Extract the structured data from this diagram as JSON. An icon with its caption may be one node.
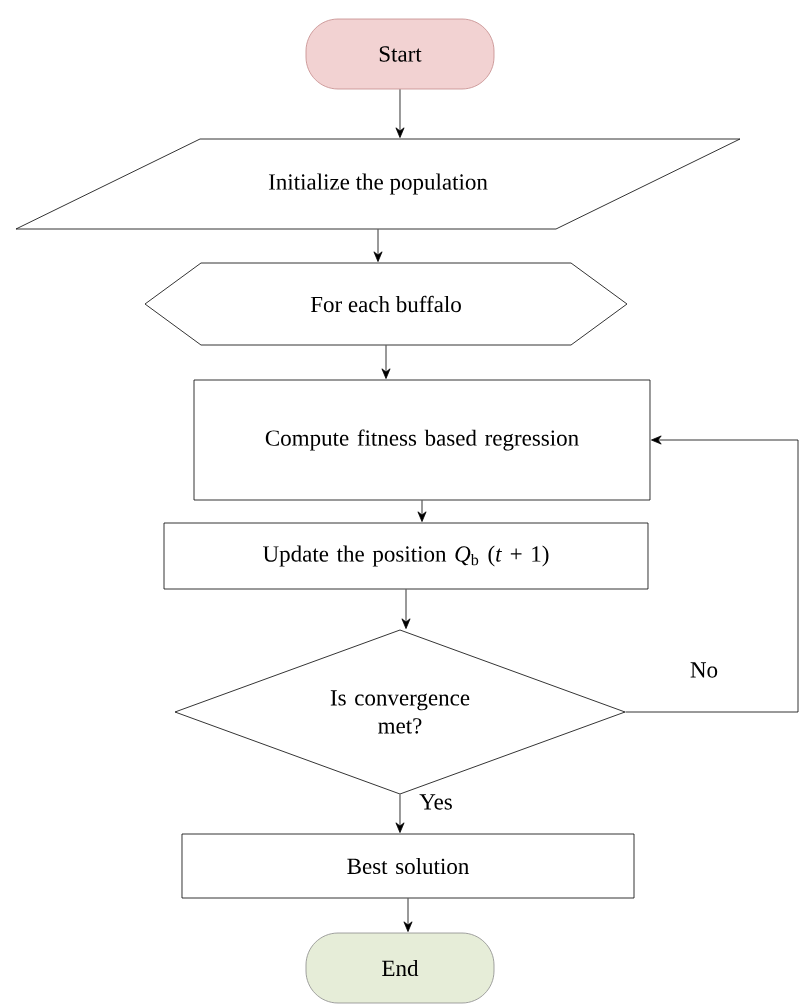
{
  "diagram": {
    "nodes": [
      {
        "text": [
          "Start"
        ]
      },
      {
        "text": [
          "Initialize the population"
        ]
      },
      {
        "text": [
          "For each buffalo"
        ]
      },
      {
        "text": [
          "Compute fitness based regression"
        ]
      },
      {
        "text": [
          "Update the position *Q*$_{b}$ (*t* + 1)"
        ]
      },
      {
        "text": [
          "Is convergence met?"
        ]
      },
      {
        "text": [
          "Best solution"
        ]
      },
      {
        "text": [
          "End"
        ]
      }
    ],
    "edges": [
      {
        "from": 0,
        "to": 1,
        "arrow": "to"
      },
      {
        "from": 1,
        "to": 2,
        "arrow": "to"
      },
      {
        "from": 2,
        "to": 3,
        "arrow": "to"
      },
      {
        "from": 3,
        "to": 4,
        "arrow": "to"
      },
      {
        "from": 4,
        "to": 5,
        "arrow": "to"
      },
      {
        "from": 5,
        "to": 6,
        "label": "Yes",
        "arrow": "to"
      },
      {
        "from": 5,
        "to": 3,
        "label": "No",
        "arrow": "to"
      },
      {
        "from": 6,
        "to": 7,
        "arrow": "to"
      }
    ]
  }
}
